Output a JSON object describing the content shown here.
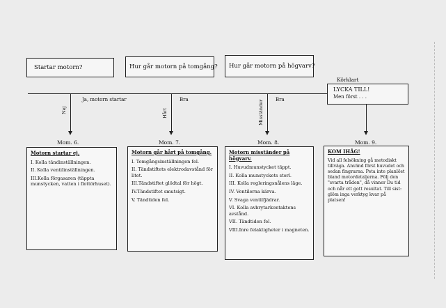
{
  "questions": [
    "Startar motorn?",
    "Hur går motorn på tomgång?",
    "Hur går motorn på högvarv?"
  ],
  "korklart": {
    "header": "Körklart",
    "line1": "LYCKA TILL!",
    "line2": "Men först . . ."
  },
  "branches": {
    "b1_vertical": "Nej",
    "b1_horizontal": "Ja, motorn startar",
    "b2_vertical": "Hårt",
    "b2_horizontal": "Bra",
    "b3_vertical": "Misständer",
    "b3_horizontal": "Bra"
  },
  "moments": [
    "Mom. 6.",
    "Mom. 7.",
    "Mom. 8.",
    "Mom. 9."
  ],
  "panels": [
    {
      "title": "Motorn startar ej.",
      "items": [
        "I. Kolla tändinställningen.",
        "II. Kolla ventilinställningen.",
        "III.Kolla förgasaren (täppta munstycken, vatten i flottörhuset)."
      ]
    },
    {
      "title": "Motorn går hårt på tomgång.",
      "items": [
        "I. Tomgångsinställningen fel.",
        "II. Tändstiftets elektrodavstånd för litet.",
        "III.Tändstiftet glödtal för högt.",
        "IV.Tändstiftet smutsigt.",
        "V. Tändtiden fel."
      ]
    },
    {
      "title": "Motorn misständer på högvarv.",
      "items": [
        "I. Huvudmunstycket täppt.",
        "II. Kolla munstyckets storl.",
        "III. Kolla regleringsnålens läge.",
        "IV. Ventilerna kärva.",
        "V. Svaga ventilfjädrar.",
        "VI. Kolla avbrytarkontaktens avstånd.",
        "VII. Tändtiden fel.",
        "VIII.Inre felaktigheter i magneten."
      ]
    }
  ],
  "kom_ihag": {
    "title": "KOM IHÅG!",
    "body": "Vid all felsökning gå metodiskt tillväga. Använd först huvudet och sedan fingrarna. Peta inte planlöst bland motordetaljerna. Följ den \"svarta tråden\", då vinner Du tid och når ett gott resultat. Till sist: glöm inga verktyg kvar på platsen!"
  }
}
